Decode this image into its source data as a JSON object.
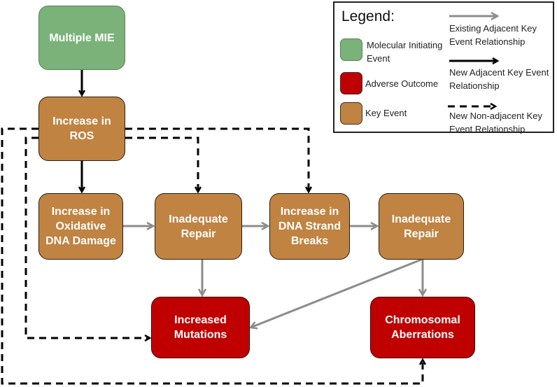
{
  "nodes": {
    "mie": "Multiple MIE",
    "ros": "Increase in ROS",
    "oxidative": "Increase in Oxidative DNA Damage",
    "repair1": "Inadequate Repair",
    "strand": "Increase in DNA Strand Breaks",
    "repair2": "Inadequate Repair",
    "mutations": "Increased Mutations",
    "chromosomal": "Chromosomal Aberrations"
  },
  "legend": {
    "title": "Legend:",
    "mie": "Molecular Initiating Event",
    "ao": "Adverse Outcome",
    "ke": "Key Event",
    "existing": "Existing Adjacent Key Event Relationship",
    "new_adjacent": "New Adjacent Key Event Relationship",
    "new_nonadjacent": "New Non-adjacent Key Event Relationship"
  },
  "colors": {
    "mie": "#7bb27a",
    "key_event": "#c08341",
    "adverse_outcome": "#c00000",
    "existing_arrow": "#8c8c8c",
    "new_arrow": "#000000"
  }
}
